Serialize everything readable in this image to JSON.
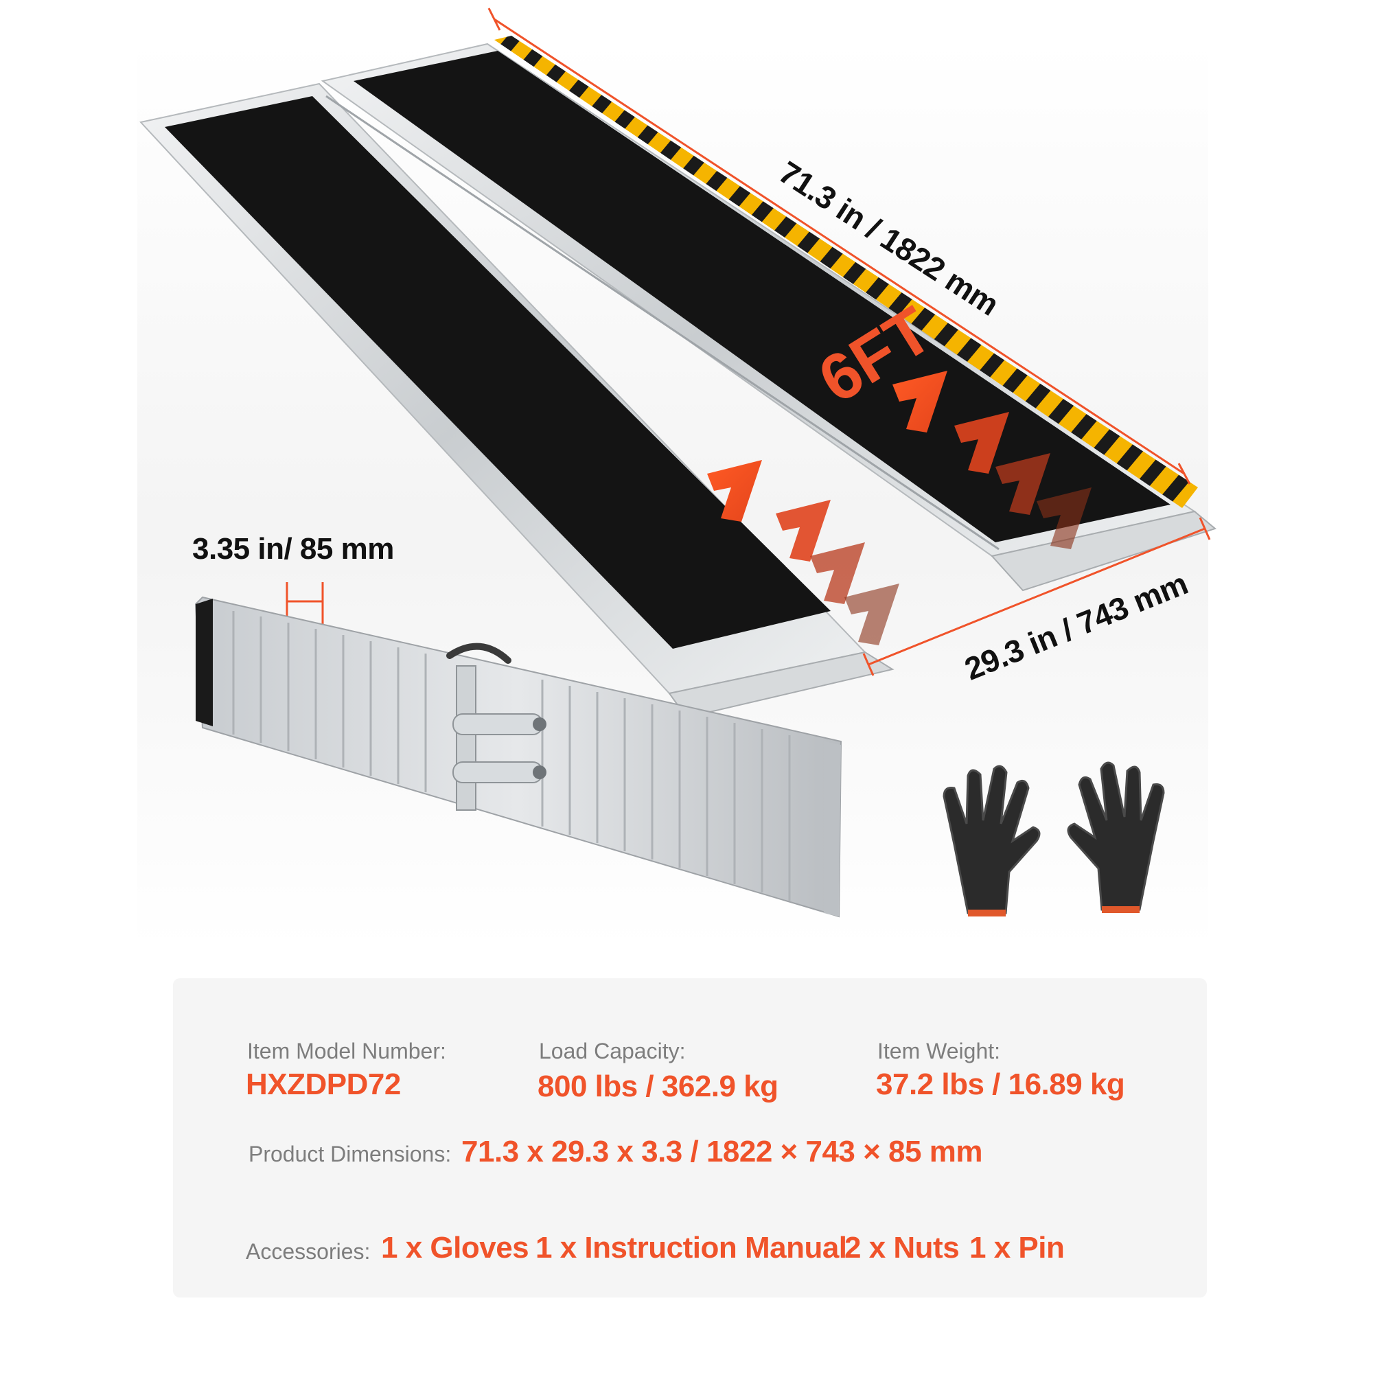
{
  "dimensions": {
    "length": "71.3 in / 1822 mm",
    "width": "29.3 in / 743 mm",
    "thickness": "3.35 in/ 85 mm"
  },
  "ramp_mark": "6FT",
  "colors": {
    "accent": "#f0532a",
    "surface": "#141414",
    "aluminum": "#d9dcde",
    "warning_yellow": "#f5b400",
    "label_gray": "#7d7d7d",
    "card_bg": "#f5f5f5"
  },
  "specs": {
    "model_label": "Item Model Number:",
    "model_value": "HXZDPD72",
    "load_label": "Load Capacity:",
    "load_value": "800 lbs / 362.9 kg",
    "weight_label": "Item Weight:",
    "weight_value": "37.2 lbs / 16.89 kg",
    "dims_label": "Product Dimensions:",
    "dims_value": "71.3 x 29.3 x 3.3 / 1822 × 743 × 85 mm",
    "accessories_label": "Accessories:",
    "accessories": [
      "1 x Gloves",
      "1 x Instruction Manual",
      "2 x Nuts",
      "1 x Pin"
    ]
  },
  "icons": {
    "gloves": "gloves-icon",
    "chevrons": "chevron-arrow-icon"
  }
}
